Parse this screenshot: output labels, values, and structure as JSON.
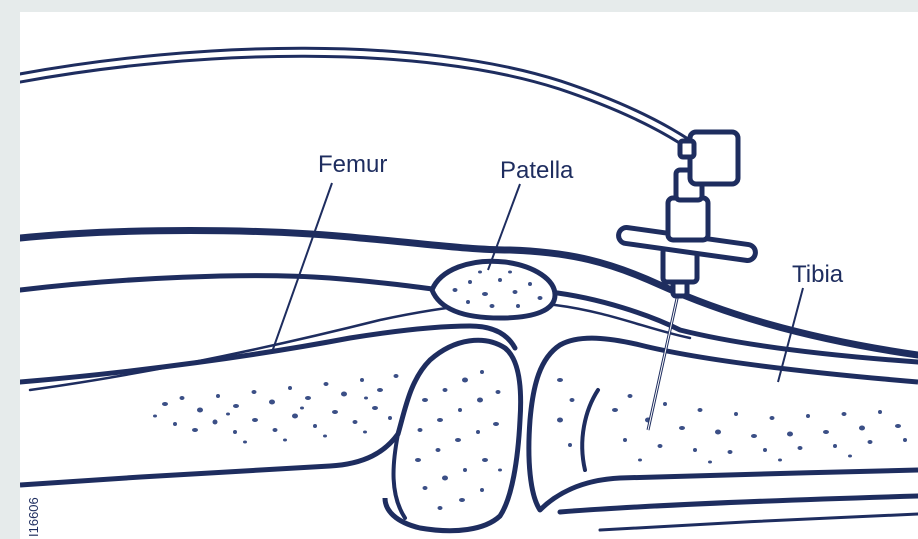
{
  "labels": {
    "femur": "Femur",
    "patella": "Patella",
    "tibia": "Tibia"
  },
  "figure_code": "I16606",
  "colors": {
    "ink": "#1e2d5f",
    "stipple": "#3b4f86",
    "background": "#ffffff",
    "page": "#e6ebeb"
  },
  "icons": [
    "needle-probe-icon"
  ]
}
